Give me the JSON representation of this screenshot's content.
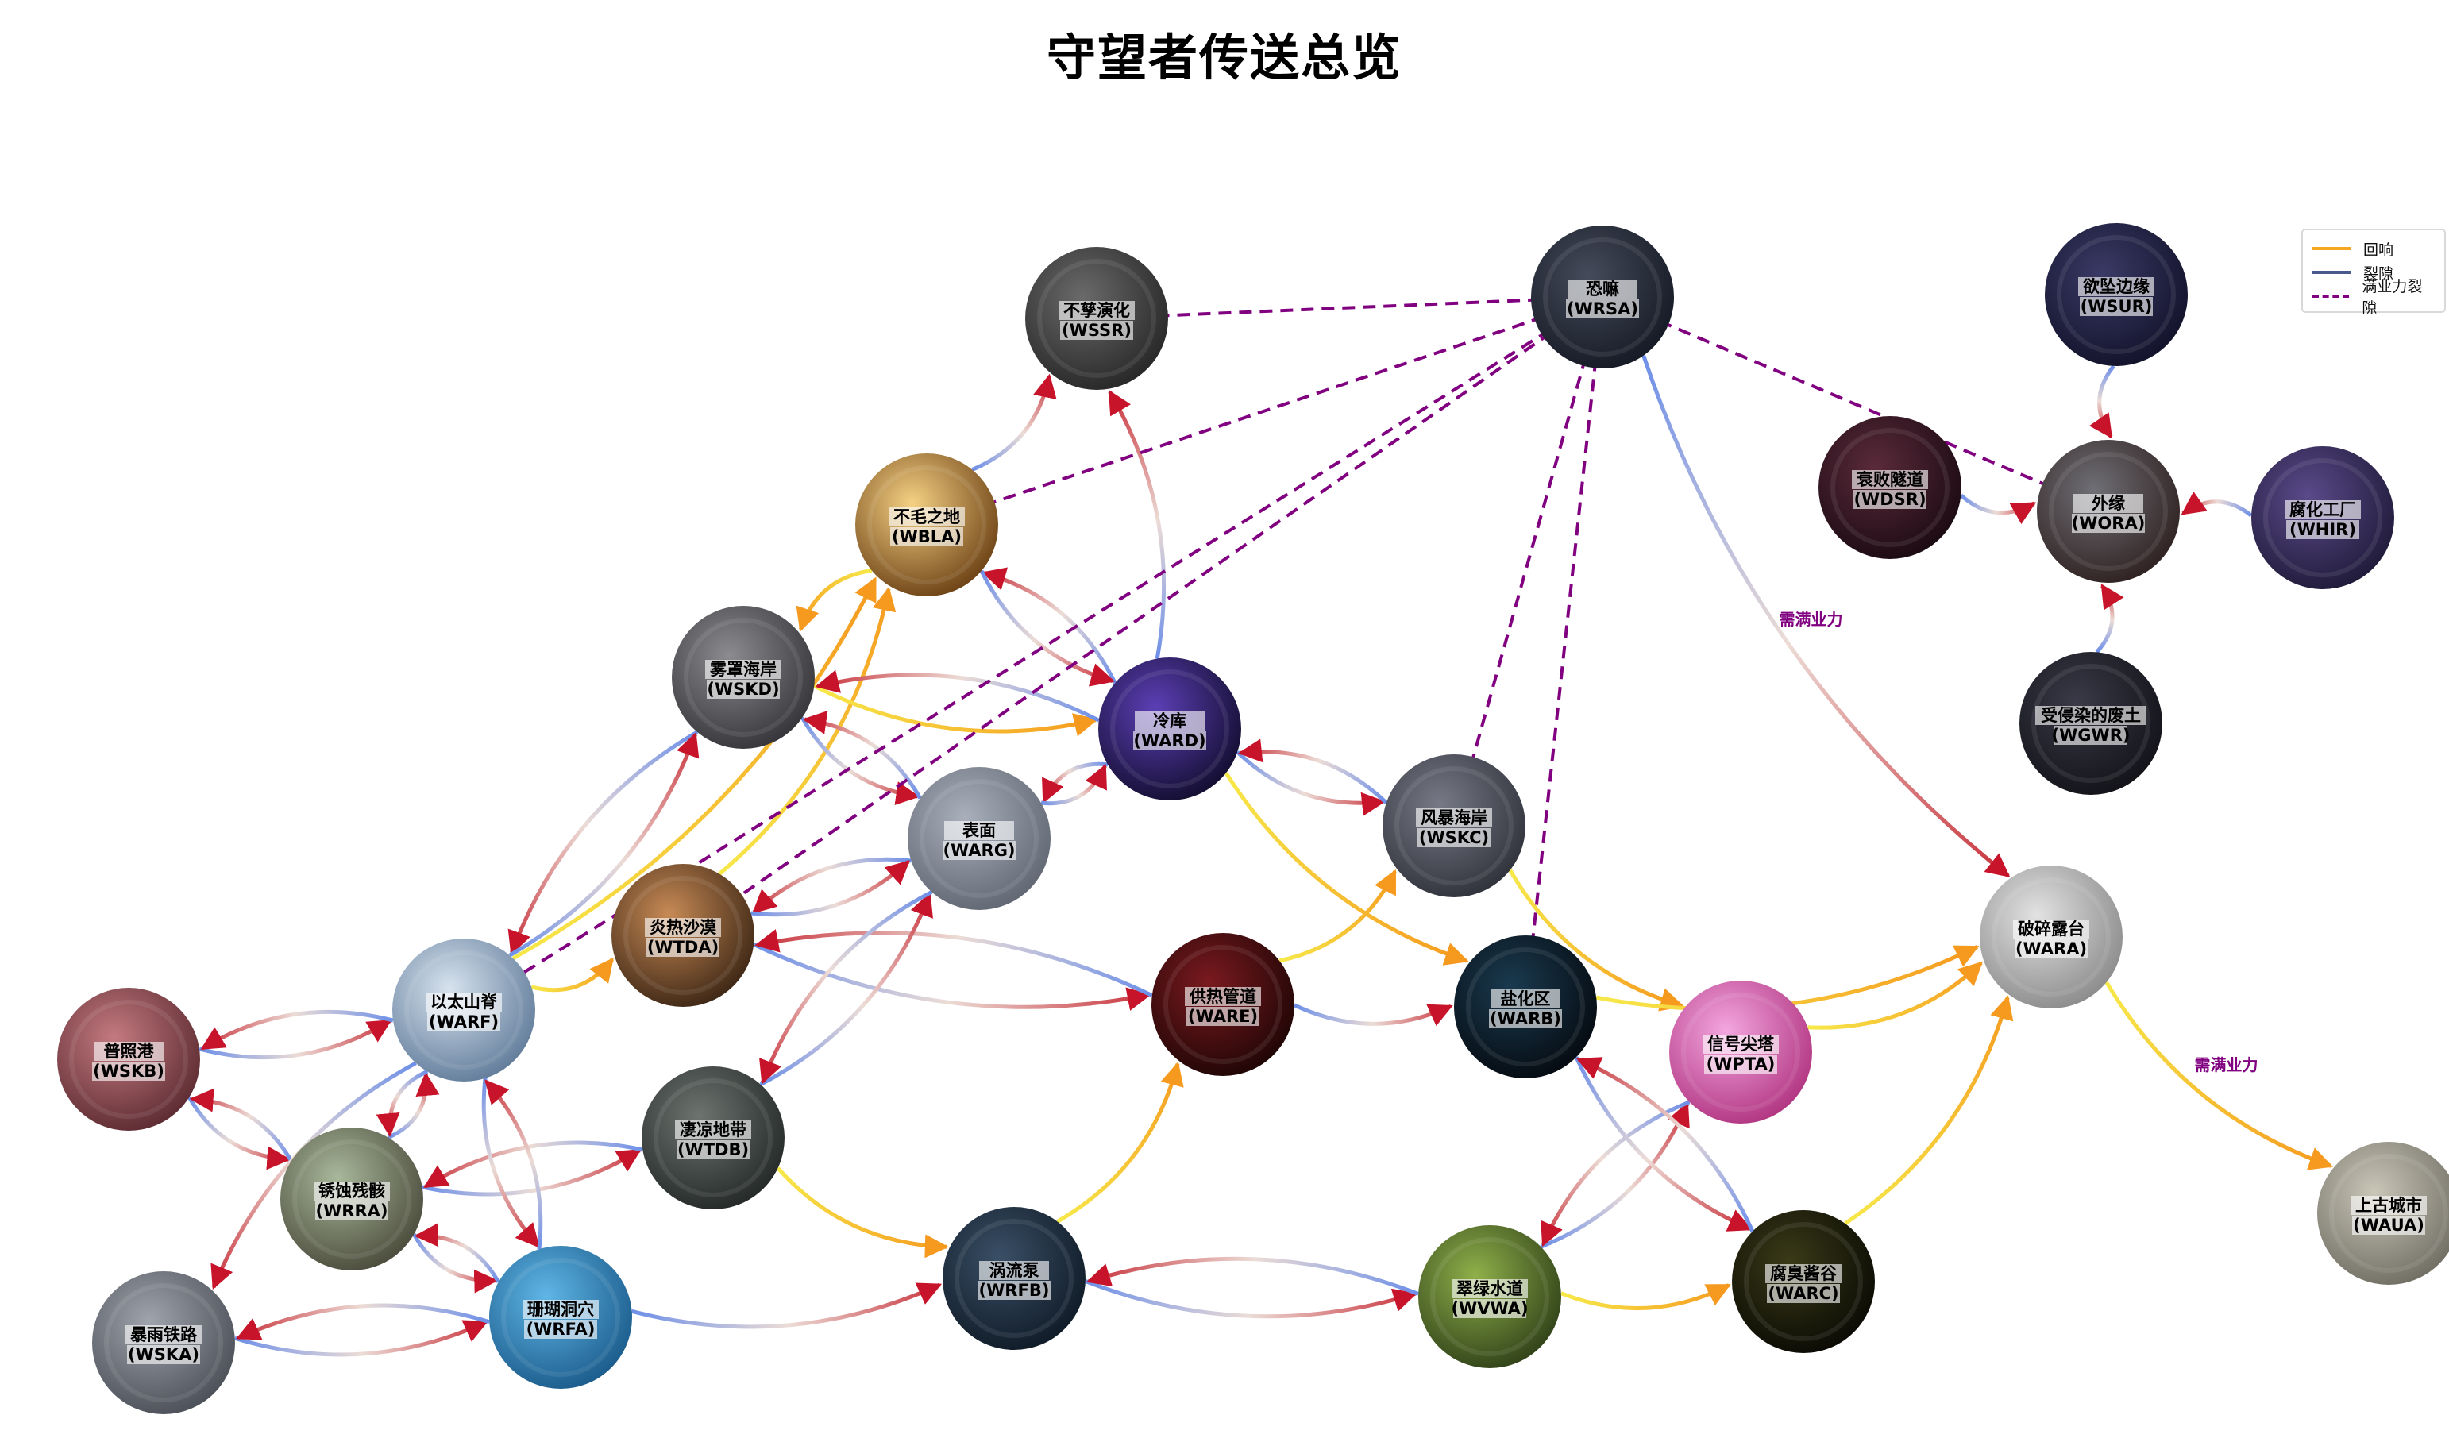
{
  "title": "守望者传送总览",
  "legend": {
    "items": [
      {
        "label": "回响",
        "color": "#f5a623",
        "style": "solid"
      },
      {
        "label": "裂隙",
        "color": "#4a5a8c",
        "style": "solid"
      },
      {
        "label": "满业力裂隙",
        "color": "#800080",
        "style": "dashed"
      }
    ]
  },
  "colors": {
    "echo_start": "#f7e94a",
    "echo_end": "#f59a1f",
    "rift_start": "#6d8fe8",
    "rift_mid": "#ecdcd6",
    "rift_end": "#c8323b",
    "karma": "#800080",
    "arrow": "#c8142a"
  },
  "nodes": [
    {
      "id": "WSSR",
      "name": "不孳演化",
      "code": "(WSSR)",
      "palette": [
        "#6a6a6a",
        "#262626"
      ]
    },
    {
      "id": "WRSA",
      "name": "恐嘛",
      "code": "(WRSA)",
      "palette": [
        "#454b5a",
        "#141924"
      ]
    },
    {
      "id": "WSUR",
      "name": "欲坠边缘",
      "code": "(WSUR)",
      "palette": [
        "#3a3a66",
        "#12122a"
      ]
    },
    {
      "id": "WBLA",
      "name": "不毛之地",
      "code": "(WBLA)",
      "palette": [
        "#f4d183",
        "#6b3f13"
      ]
    },
    {
      "id": "WDSR",
      "name": "衰败隧道",
      "code": "(WDSR)",
      "palette": [
        "#5a2a3a",
        "#1a0a12"
      ]
    },
    {
      "id": "WORA",
      "name": "外缘",
      "code": "(WORA)",
      "palette": [
        "#6f6f75",
        "#2e2020"
      ]
    },
    {
      "id": "WHIR",
      "name": "腐化工厂",
      "code": "(WHIR)",
      "palette": [
        "#5a4a8a",
        "#1f1a38"
      ]
    },
    {
      "id": "WSKD",
      "name": "雾罩海岸",
      "code": "(WSKD)",
      "palette": [
        "#8c8c90",
        "#343438"
      ]
    },
    {
      "id": "WARD",
      "name": "冷库",
      "code": "(WARD)",
      "palette": [
        "#5b3fb5",
        "#120d2e"
      ]
    },
    {
      "id": "WGWR",
      "name": "受侵染的废土",
      "code": "(WGWR)",
      "palette": [
        "#3a3a48",
        "#121218"
      ]
    },
    {
      "id": "WARG",
      "name": "表面",
      "code": "(WARG)",
      "palette": [
        "#a9b0bc",
        "#5f6672"
      ]
    },
    {
      "id": "WSKC",
      "name": "风暴海岸",
      "code": "(WSKC)",
      "palette": [
        "#777a86",
        "#2f313a"
      ]
    },
    {
      "id": "WTDA",
      "name": "炎热沙漠",
      "code": "(WTDA)",
      "palette": [
        "#c78a55",
        "#3b2514"
      ]
    },
    {
      "id": "WARA",
      "name": "破碎露台",
      "code": "(WARA)",
      "palette": [
        "#e2e2e2",
        "#8a8a8a"
      ]
    },
    {
      "id": "WARF",
      "name": "以太山脊",
      "code": "(WARF)",
      "palette": [
        "#d7e3ee",
        "#5f7a99"
      ]
    },
    {
      "id": "WARE",
      "name": "供热管道",
      "code": "(WARE)",
      "palette": [
        "#7a1a1f",
        "#1e0505"
      ]
    },
    {
      "id": "WARB",
      "name": "盐化区",
      "code": "(WARB)",
      "palette": [
        "#1a3a4f",
        "#050a10"
      ]
    },
    {
      "id": "WPTA",
      "name": "信号尖塔",
      "code": "(WPTA)",
      "palette": [
        "#f3a6e0",
        "#b0337f"
      ]
    },
    {
      "id": "WSKB",
      "name": "普照港",
      "code": "(WSKB)",
      "palette": [
        "#c47a80",
        "#5a2a30"
      ]
    },
    {
      "id": "WTDB",
      "name": "凄凉地带",
      "code": "(WTDB)",
      "palette": [
        "#6d7470",
        "#232826"
      ]
    },
    {
      "id": "WRRA",
      "name": "锈蚀残骸",
      "code": "(WRRA)",
      "palette": [
        "#a8b89b",
        "#4a4a3a"
      ]
    },
    {
      "id": "WAUA",
      "name": "上古城市",
      "code": "(WAUA)",
      "palette": [
        "#c9c6b8",
        "#6f6c62"
      ]
    },
    {
      "id": "WRFB",
      "name": "涡流泵",
      "code": "(WRFB)",
      "palette": [
        "#3a4f66",
        "#0f1a26"
      ]
    },
    {
      "id": "WVWA",
      "name": "翠绿水道",
      "code": "(WVWA)",
      "palette": [
        "#8fb04a",
        "#2f4018"
      ]
    },
    {
      "id": "WARC",
      "name": "腐臭酱谷",
      "code": "(WARC)",
      "palette": [
        "#3a3a18",
        "#0a0a04"
      ]
    },
    {
      "id": "WSKA",
      "name": "暴雨铁路",
      "code": "(WSKA)",
      "palette": [
        "#9fa4ad",
        "#4a4e56"
      ]
    },
    {
      "id": "WRFA",
      "name": "珊瑚洞穴",
      "code": "(WRFA)",
      "palette": [
        "#5fb6e6",
        "#1a5a8a"
      ]
    }
  ],
  "edges": [
    {
      "from": "WBLA",
      "to": "WSSR",
      "type": "rift"
    },
    {
      "from": "WARD",
      "to": "WSSR",
      "type": "rift"
    },
    {
      "from": "WARD",
      "to": "WBLA",
      "type": "rift"
    },
    {
      "from": "WBLA",
      "to": "WARD",
      "type": "rift"
    },
    {
      "from": "WBLA",
      "to": "WSKD",
      "type": "echo"
    },
    {
      "from": "WTDA",
      "to": "WBLA",
      "type": "echo"
    },
    {
      "from": "WARF",
      "to": "WBLA",
      "type": "echo"
    },
    {
      "from": "WSKD",
      "to": "WARD",
      "type": "echo"
    },
    {
      "from": "WARD",
      "to": "WSKD",
      "type": "rift"
    },
    {
      "from": "WSKD",
      "to": "WARG",
      "type": "rift"
    },
    {
      "from": "WARG",
      "to": "WSKD",
      "type": "rift"
    },
    {
      "from": "WARD",
      "to": "WARG",
      "type": "rift"
    },
    {
      "from": "WARG",
      "to": "WARD",
      "type": "rift"
    },
    {
      "from": "WARD",
      "to": "WSKC",
      "type": "rift"
    },
    {
      "from": "WSKC",
      "to": "WARD",
      "type": "rift"
    },
    {
      "from": "WARD",
      "to": "WARB",
      "type": "echo"
    },
    {
      "from": "WSKC",
      "to": "WPTA",
      "type": "echo"
    },
    {
      "from": "WARE",
      "to": "WSKC",
      "type": "echo"
    },
    {
      "from": "WSKD",
      "to": "WARF",
      "type": "rift"
    },
    {
      "from": "WARF",
      "to": "WSKD",
      "type": "rift"
    },
    {
      "from": "WARF",
      "to": "WTDA",
      "type": "echo"
    },
    {
      "from": "WARG",
      "to": "WTDA",
      "type": "rift"
    },
    {
      "from": "WTDA",
      "to": "WARG",
      "type": "rift"
    },
    {
      "from": "WTDA",
      "to": "WARE",
      "type": "rift"
    },
    {
      "from": "WARE",
      "to": "WTDA",
      "type": "rift"
    },
    {
      "from": "WARE",
      "to": "WARB",
      "type": "rift"
    },
    {
      "from": "WARB",
      "to": "WARA",
      "type": "echo"
    },
    {
      "from": "WPTA",
      "to": "WARA",
      "type": "echo"
    },
    {
      "from": "WARC",
      "to": "WARA",
      "type": "echo"
    },
    {
      "from": "WARA",
      "to": "WAUA",
      "type": "echo",
      "note": "需满业力"
    },
    {
      "from": "WRSA",
      "to": "WARA",
      "type": "rift",
      "note": "需满业力"
    },
    {
      "from": "WSUR",
      "to": "WORA",
      "type": "rift"
    },
    {
      "from": "WDSR",
      "to": "WORA",
      "type": "rift"
    },
    {
      "from": "WHIR",
      "to": "WORA",
      "type": "rift"
    },
    {
      "from": "WGWR",
      "to": "WORA",
      "type": "rift"
    },
    {
      "from": "WSKB",
      "to": "WARF",
      "type": "rift"
    },
    {
      "from": "WARF",
      "to": "WSKB",
      "type": "rift"
    },
    {
      "from": "WSKB",
      "to": "WRRA",
      "type": "rift"
    },
    {
      "from": "WRRA",
      "to": "WSKB",
      "type": "rift"
    },
    {
      "from": "WRRA",
      "to": "WARF",
      "type": "rift"
    },
    {
      "from": "WARF",
      "to": "WRRA",
      "type": "rift"
    },
    {
      "from": "WRRA",
      "to": "WTDB",
      "type": "rift"
    },
    {
      "from": "WTDB",
      "to": "WRRA",
      "type": "rift"
    },
    {
      "from": "WRRA",
      "to": "WRFA",
      "type": "rift"
    },
    {
      "from": "WRFA",
      "to": "WRRA",
      "type": "rift"
    },
    {
      "from": "WARF",
      "to": "WSKA",
      "type": "rift"
    },
    {
      "from": "WARF",
      "to": "WRFA",
      "type": "rift"
    },
    {
      "from": "WRFA",
      "to": "WARF",
      "type": "rift"
    },
    {
      "from": "WSKA",
      "to": "WRFA",
      "type": "rift"
    },
    {
      "from": "WRFA",
      "to": "WSKA",
      "type": "rift"
    },
    {
      "from": "WTDB",
      "to": "WARG",
      "type": "rift"
    },
    {
      "from": "WARG",
      "to": "WTDB",
      "type": "rift"
    },
    {
      "from": "WTDB",
      "to": "WRFB",
      "type": "echo"
    },
    {
      "from": "WRFA",
      "to": "WRFB",
      "type": "rift"
    },
    {
      "from": "WRFB",
      "to": "WARE",
      "type": "echo"
    },
    {
      "from": "WRFB",
      "to": "WVWA",
      "type": "rift"
    },
    {
      "from": "WVWA",
      "to": "WRFB",
      "type": "rift"
    },
    {
      "from": "WVWA",
      "to": "WARC",
      "type": "echo"
    },
    {
      "from": "WVWA",
      "to": "WPTA",
      "type": "rift"
    },
    {
      "from": "WPTA",
      "to": "WVWA",
      "type": "rift"
    },
    {
      "from": "WARB",
      "to": "WARC",
      "type": "rift"
    },
    {
      "from": "WARC",
      "to": "WARB",
      "type": "rift"
    },
    {
      "from": "WRSA",
      "to": "WSSR",
      "type": "karma"
    },
    {
      "from": "WRSA",
      "to": "WBLA",
      "type": "karma"
    },
    {
      "from": "WRSA",
      "to": "WTDA",
      "type": "karma"
    },
    {
      "from": "WRSA",
      "to": "WARF",
      "type": "karma"
    },
    {
      "from": "WRSA",
      "to": "WSKC",
      "type": "karma"
    },
    {
      "from": "WRSA",
      "to": "WARB",
      "type": "karma"
    },
    {
      "from": "WRSA",
      "to": "WORA",
      "type": "karma"
    }
  ]
}
